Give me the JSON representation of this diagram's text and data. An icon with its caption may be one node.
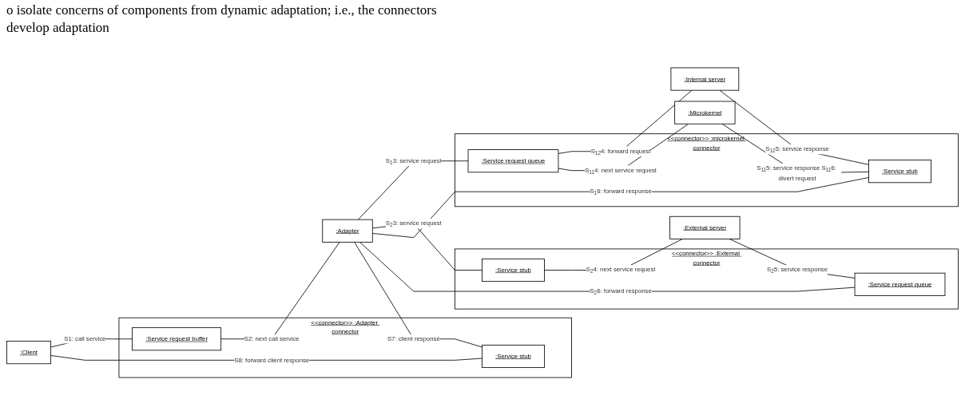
{
  "diagram": {
    "nodes": [
      {
        "text": [
          ":Client"
        ]
      },
      {
        "text": [
          "<<connector>> :Adapter connector"
        ]
      },
      {
        "text": [
          ":Service request buffer"
        ],
        "in": 1
      },
      {
        "text": [
          ":Service stub"
        ],
        "in": 1
      },
      {
        "text": [
          ":Adapter"
        ]
      },
      {
        "text": [
          "<<connector>> :microkernel connector"
        ]
      },
      {
        "text": [
          ":Service request queue"
        ],
        "in": 5
      },
      {
        "text": [
          ":Service stub"
        ],
        "in": 5
      },
      {
        "text": [
          "<<connector>> :External connector"
        ]
      },
      {
        "text": [
          ":Service request queue"
        ],
        "in": 8
      },
      {
        "text": [
          ":Service stub"
        ],
        "in": 8
      },
      {
        "text": [
          ":Internal server"
        ]
      },
      {
        "text": [
          ":Microkernel"
        ]
      },
      {
        "text": [
          ":External server"
        ]
      }
    ],
    "edges": [
      {
        "from": 0,
        "to": 2,
        "arrow": "none",
        "label": "S1: call service"
      },
      {
        "from": 3,
        "to": 0,
        "arrow": "none",
        "label": "S8: forward client response"
      },
      {
        "from": 2,
        "to": 4,
        "arrow": "none",
        "label": "S2: next call service"
      },
      {
        "from": 4,
        "to": 3,
        "arrow": "none",
        "label": "S7: client response"
      },
      {
        "from": 4,
        "to": 6,
        "arrow": "none",
        "label": "S$_{1}$3: service request"
      },
      {
        "from": 7,
        "to": 4,
        "arrow": "none",
        "label": "S$_{1}$6: forward response"
      },
      {
        "from": 9,
        "to": 4,
        "arrow": "none",
        "label": "S$_{2}$6: forward response"
      },
      {
        "from": 4,
        "to": 10,
        "arrow": "none",
        "label": "S$_{2}$3: service request"
      },
      {
        "from": 6,
        "to": 11,
        "arrow": "none",
        "label": "S$_{12}$4: forward request"
      },
      {
        "from": 11,
        "to": 7,
        "arrow": "none",
        "label": "S$_{12}$5: service response"
      },
      {
        "from": 6,
        "to": 12,
        "arrow": "none",
        "label": "S$_{11}$4: next service request"
      },
      {
        "from": 12,
        "to": 7,
        "arrow": "none",
        "label": "S$_{11}$5: service response S$_{11}$6: divert request"
      },
      {
        "from": 13,
        "to": 9,
        "arrow": "none",
        "label": "S$_{2}$5: service response"
      },
      {
        "from": 10,
        "to": 13,
        "arrow": "none",
        "label": "S$_{2}$4: next service request"
      }
    ],
    "labels": [
      "o isolate concerns of components from dynamic adaptation; i.e., the connectors develop adaptation"
    ]
  }
}
